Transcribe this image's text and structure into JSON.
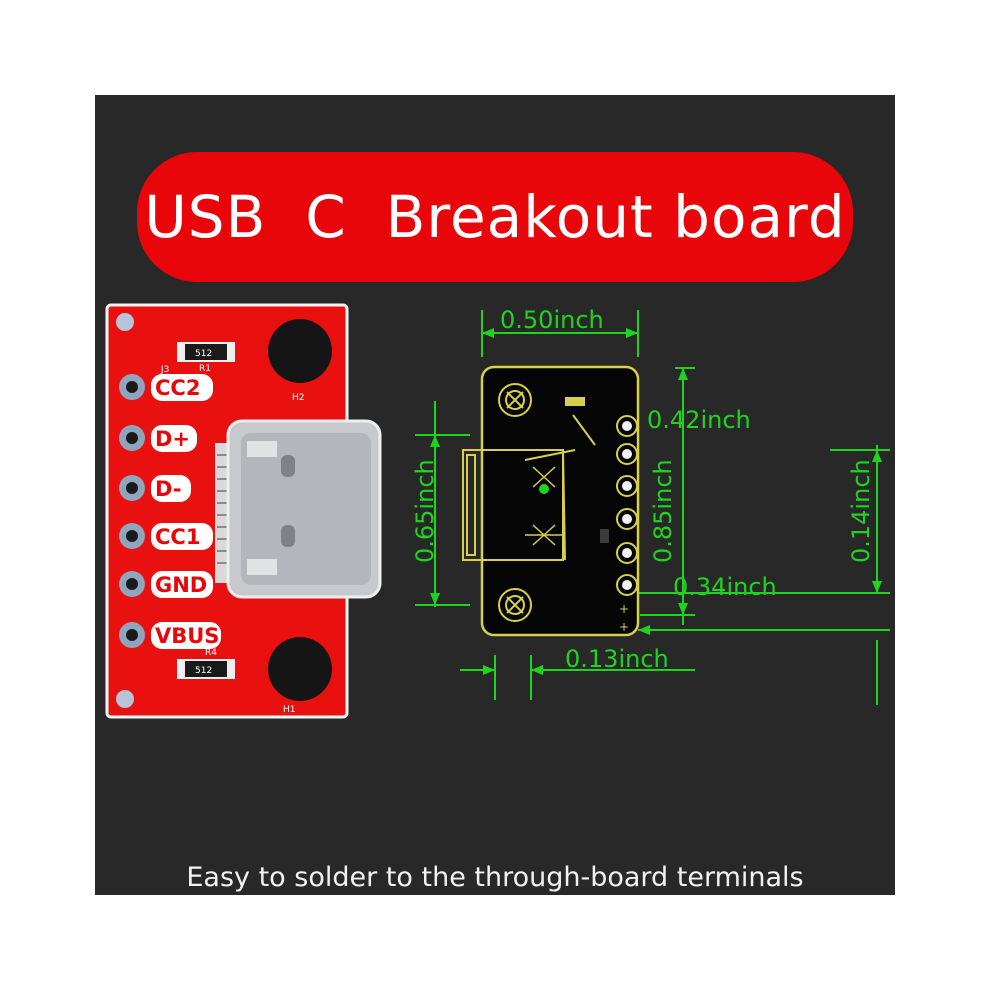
{
  "title": "USB  C  Breakout board",
  "caption": "Easy to solder to the through-board terminals",
  "pins": [
    "CC2",
    "D+",
    "D-",
    "CC1",
    "GND",
    "VBUS"
  ],
  "silkscreen": {
    "r1_value": "512",
    "r1_ref": "R1",
    "r4_value": "512",
    "r4_ref": "R4",
    "j3": "J3",
    "h1": "H1",
    "h2": "H2"
  },
  "dimensions": {
    "width_top": "0.50inch",
    "pin_pitch": "0.42inch",
    "height_left": "0.65inch",
    "height_pins": "0.85inch",
    "height_right": "0.14inch",
    "offset_right": "0.34inch",
    "offset_bottom": "0.13inch"
  },
  "colors": {
    "background": "#282828",
    "accent_red": "#e8060a",
    "dimension_green": "#1fd41f",
    "outline_yellow": "#d8cf4a"
  }
}
